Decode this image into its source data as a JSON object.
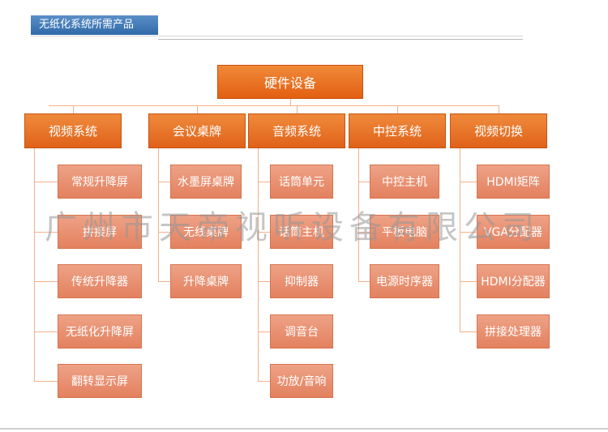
{
  "header": {
    "title": "无纸化系统所需产品"
  },
  "diagram": {
    "root": "硬件设备",
    "categories": [
      {
        "label": "视频系统",
        "items": [
          "常规升降屏",
          "拼接屏",
          "传统升降器",
          "无纸化升降屏",
          "翻转显示屏"
        ]
      },
      {
        "label": "会议桌牌",
        "items": [
          "水墨屏桌牌",
          "无线桌牌",
          "升降桌牌"
        ]
      },
      {
        "label": "音频系统",
        "items": [
          "话筒单元",
          "话筒主机",
          "抑制器",
          "调音台",
          "功放/音响"
        ]
      },
      {
        "label": "中控系统",
        "items": [
          "中控主机",
          "平板电脑",
          "电源时序器"
        ]
      },
      {
        "label": "视频切换",
        "items": [
          "HDMI矩阵",
          "VGA分配器",
          "HDMI分配器",
          "拼接处理器"
        ]
      }
    ]
  },
  "watermark": "广州市天帝视听设备有限公司"
}
